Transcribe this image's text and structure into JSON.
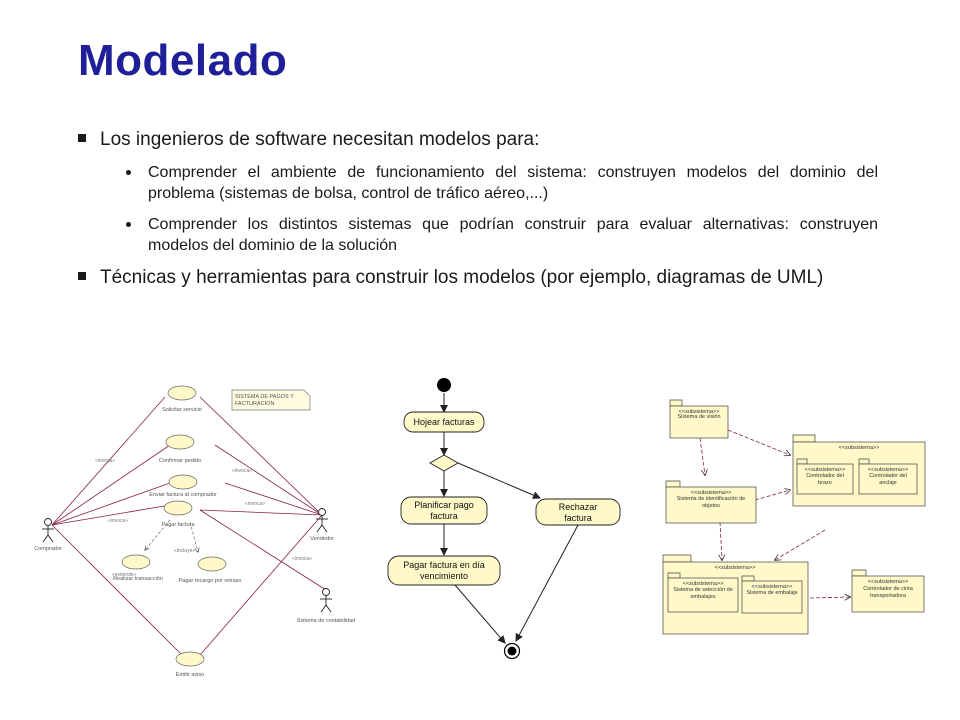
{
  "slide": {
    "title": "Modelado",
    "bullets": [
      {
        "text": "Los ingenieros de software necesitan modelos para:",
        "sub": [
          "Comprender el ambiente de funcionamiento del sistema: construyen modelos del dominio del problema (sistemas de bolsa, control de tráfico aéreo,...)",
          "Comprender los distintos sistemas que podrían construir para evaluar alternativas: construyen modelos del dominio de la solución"
        ]
      },
      {
        "text": "Técnicas y herramientas para construir los modelos (por ejemplo, diagramas de UML)",
        "sub": []
      }
    ]
  },
  "usecase": {
    "note": [
      "SISTEMA DE PAGOS Y",
      "FACTURACION"
    ],
    "cases": [
      "Solicitar servicio",
      "Confirmar pedido",
      "Enviar factura al comprador",
      "Pagar factura",
      "Realizar transacción",
      "Pagar recargo por retraso",
      "Emitir aviso"
    ],
    "actors": [
      "Comprador",
      "Vendedor",
      "Sistema de contabilidad"
    ],
    "rel_labels": [
      "«invoca»",
      "«invoca»",
      "«invoca»",
      "«invoca»",
      "«invoca»",
      "«incluye»",
      "«extiende»"
    ]
  },
  "activity": {
    "nodes": [
      "Hojear facturas",
      "Planificar pago factura",
      "Rechazar factura",
      "Pagar factura en día vencimiento"
    ]
  },
  "packages": {
    "stereotype": "<<subsistema>>",
    "items": [
      "Sistema de visión",
      "Sistema de identificación de objetos",
      "Controlador del brazo",
      "Controlador del anclaje",
      "Sistema de selección de embalajes",
      "Sistema de embalaje",
      "Controlador de cinta transportadora"
    ]
  }
}
